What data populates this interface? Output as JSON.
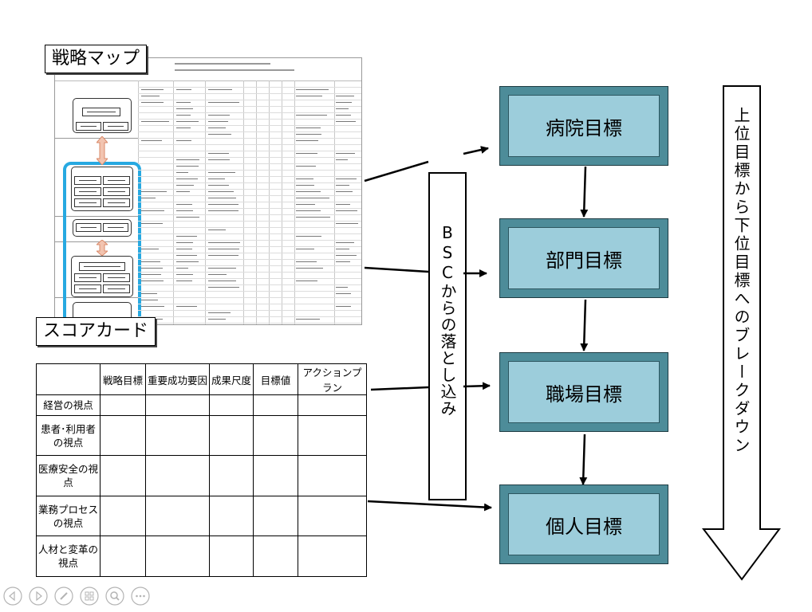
{
  "labels": {
    "strategy_map": "戦略マップ",
    "scorecard": "スコアカード",
    "bsc_cascade": "BSCからの落とし込み",
    "breakdown": "上位目標から下位目標へのブレークダウン"
  },
  "targets": [
    "病院目標",
    "部門目標",
    "職場目標",
    "個人目標"
  ],
  "score_table": {
    "headers": [
      "",
      "戦略目標",
      "重要成功要因",
      "成果尺度",
      "目標値",
      "アクションプラン"
    ],
    "rows": [
      "経営の視点",
      "患者･利用者の視点",
      "医療安全の視点",
      "業務プロセスの視点",
      "人材と変革の視点"
    ]
  },
  "colors": {
    "target_fill": "#9ccddb",
    "target_frame": "#4d8c99",
    "bracket": "#27a9e1"
  },
  "toolbar_icons": [
    "prev-icon",
    "next-icon",
    "pen-icon",
    "slides-icon",
    "zoom-icon",
    "more-icon"
  ]
}
